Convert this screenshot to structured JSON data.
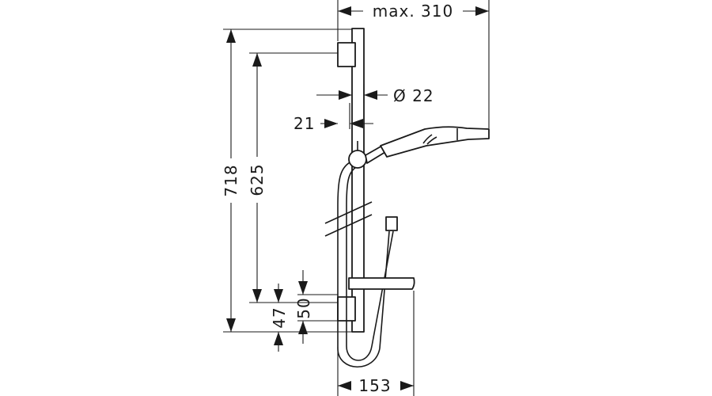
{
  "dimensions": {
    "max_width": "max. 310",
    "rail_diameter": "Ø 22",
    "wall_offset": "21",
    "total_height": "718",
    "rail_height": "625",
    "lower_bracket": "50",
    "bottom_offset": "47",
    "tray_depth": "153"
  }
}
